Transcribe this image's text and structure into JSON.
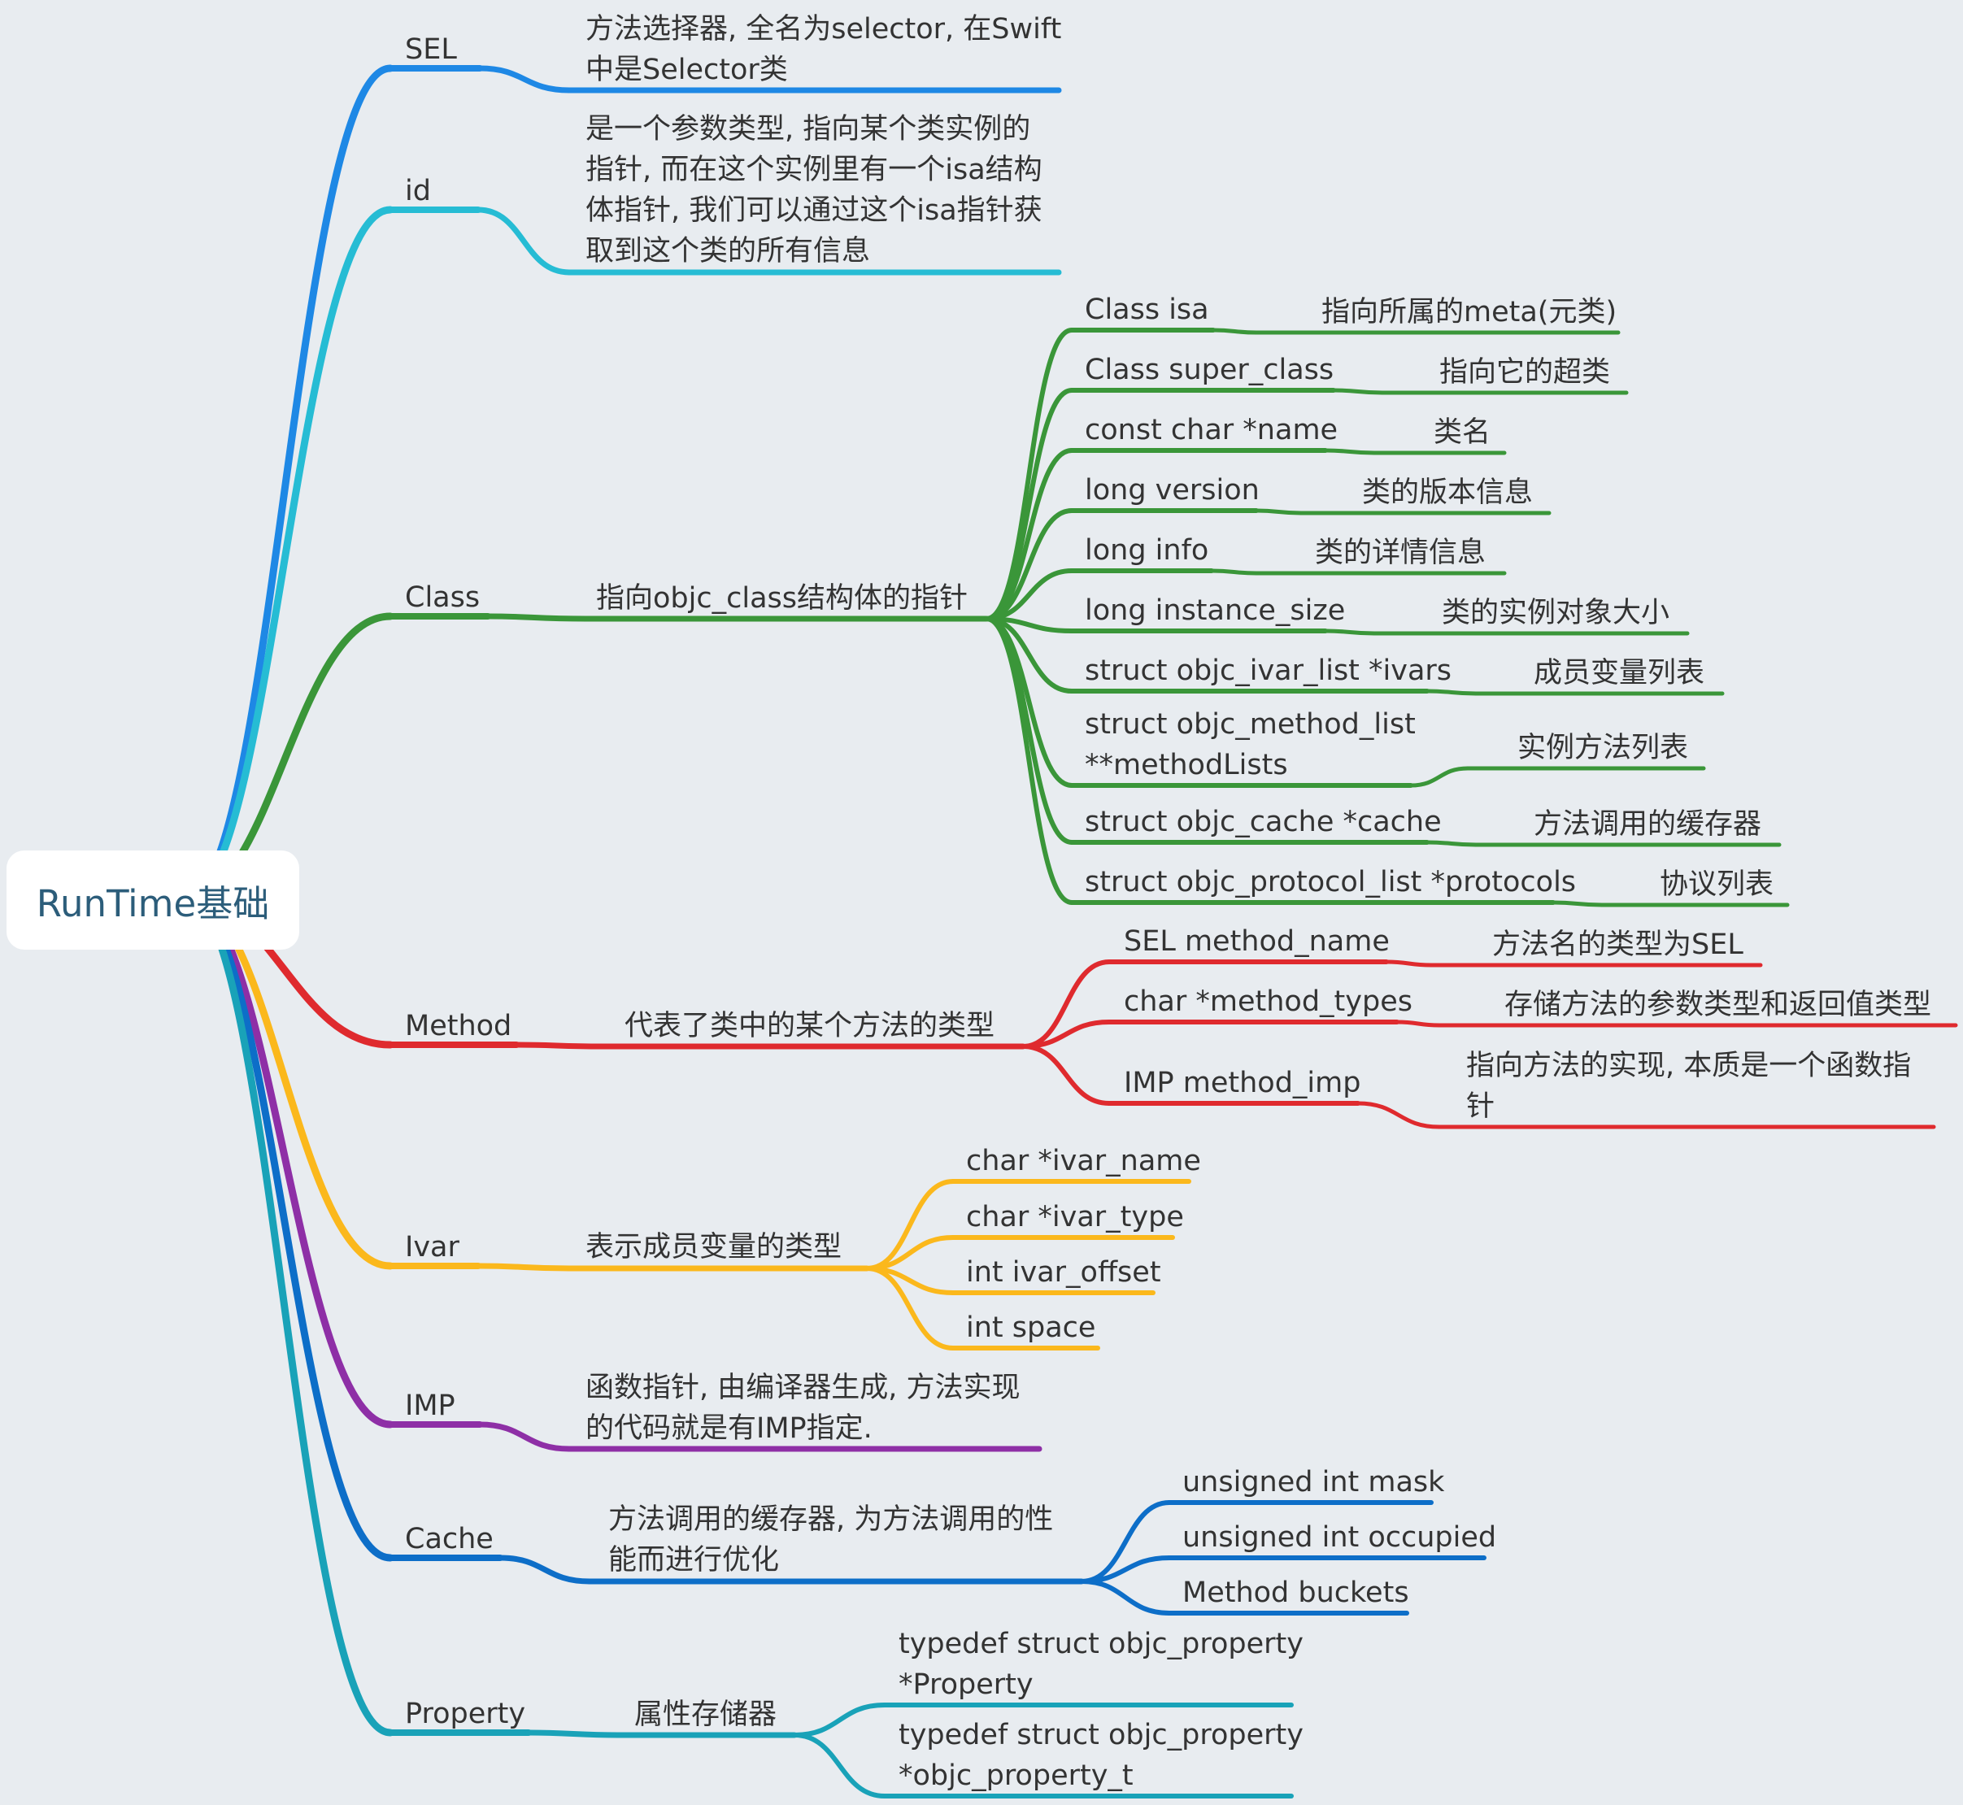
{
  "root": {
    "label": "RunTime基础"
  },
  "colors": {
    "sel": "#1e88e5",
    "id": "#26bcd4",
    "class": "#3a9639",
    "method": "#df2a2e",
    "ivar": "#fbb81c",
    "imp": "#8e2fa6",
    "cache": "#0d6ec8",
    "property": "#19a2b8",
    "text": "#333333",
    "background": "#e8ecf0"
  },
  "branches": {
    "sel": {
      "label": "SEL",
      "desc": [
        "方法选择器, 全名为selector, 在Swift",
        "中是Selector类"
      ]
    },
    "id": {
      "label": "id",
      "desc": [
        "是一个参数类型, 指向某个类实例的",
        "指针, 而在这个实例里有一个isa结构",
        "体指针, 我们可以通过这个isa指针获",
        "取到这个类的所有信息"
      ]
    },
    "class": {
      "label": "Class",
      "desc": "指向objc_class结构体的指针",
      "fields": [
        {
          "name": [
            "Class isa"
          ],
          "desc": "指向所属的meta(元类)"
        },
        {
          "name": [
            "Class super_class"
          ],
          "desc": "指向它的超类"
        },
        {
          "name": [
            "const char *name"
          ],
          "desc": "类名"
        },
        {
          "name": [
            "long version"
          ],
          "desc": "类的版本信息"
        },
        {
          "name": [
            "long info"
          ],
          "desc": "类的详情信息"
        },
        {
          "name": [
            "long instance_size"
          ],
          "desc": "类的实例对象大小"
        },
        {
          "name": [
            "struct objc_ivar_list *ivars"
          ],
          "desc": "成员变量列表"
        },
        {
          "name": [
            "struct objc_method_list",
            "**methodLists"
          ],
          "desc": "实例方法列表"
        },
        {
          "name": [
            "struct objc_cache *cache"
          ],
          "desc": "方法调用的缓存器"
        },
        {
          "name": [
            "struct objc_protocol_list *protocols"
          ],
          "desc": "协议列表"
        }
      ]
    },
    "method": {
      "label": "Method",
      "desc": "代表了类中的某个方法的类型",
      "fields": [
        {
          "name": "SEL method_name",
          "desc": [
            "方法名的类型为SEL"
          ]
        },
        {
          "name": "char *method_types",
          "desc": [
            "存储方法的参数类型和返回值类型"
          ]
        },
        {
          "name": "IMP method_imp",
          "desc": [
            "指向方法的实现, 本质是一个函数指",
            "针"
          ]
        }
      ]
    },
    "ivar": {
      "label": "Ivar",
      "desc": "表示成员变量的类型",
      "fields": [
        "char *ivar_name",
        "char *ivar_type",
        "int ivar_offset",
        "int space"
      ]
    },
    "imp": {
      "label": "IMP",
      "desc": [
        "函数指针, 由编译器生成, 方法实现",
        "的代码就是有IMP指定."
      ]
    },
    "cache": {
      "label": "Cache",
      "desc": [
        "方法调用的缓存器, 为方法调用的性",
        "能而进行优化"
      ],
      "fields": [
        "unsigned int mask",
        "unsigned int occupied",
        "Method buckets"
      ]
    },
    "property": {
      "label": "Property",
      "desc": "属性存储器",
      "fields": [
        [
          "typedef struct objc_property",
          "*Property"
        ],
        [
          "typedef struct objc_property",
          "*objc_property_t"
        ]
      ]
    }
  }
}
